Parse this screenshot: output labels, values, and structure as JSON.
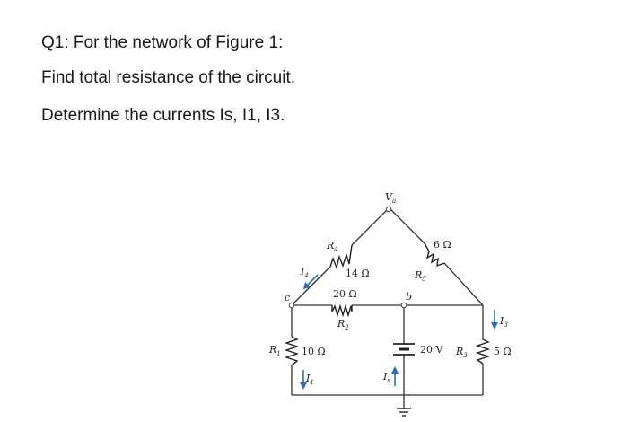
{
  "question": {
    "title": "Q1: For the network of Figure 1:",
    "line1": "Find total resistance of the circuit.",
    "line2": "Determine the currents Is, I1, I3."
  },
  "circuit": {
    "node_a": "V",
    "node_a_sub": "a",
    "node_b": "b",
    "node_c": "c",
    "r4_name": "R",
    "r4_sub": "4",
    "r4_value": "14 Ω",
    "r5_name": "R",
    "r5_sub": "5",
    "r5_value": "6 Ω",
    "r2_name": "R",
    "r2_sub": "2",
    "r2_value": "20 Ω",
    "r1_name": "R",
    "r1_sub": "1",
    "r1_value": "10 Ω",
    "r3_name": "R",
    "r3_sub": "3",
    "r3_value": "5 Ω",
    "source_value": "20 V",
    "i4_name": "I",
    "i4_sub": "4",
    "i1_name": "I",
    "i1_sub": "1",
    "i3_name": "I",
    "i3_sub": "3",
    "is_name": "I",
    "is_sub": "s",
    "arrow_color": "#2a6fb8"
  }
}
